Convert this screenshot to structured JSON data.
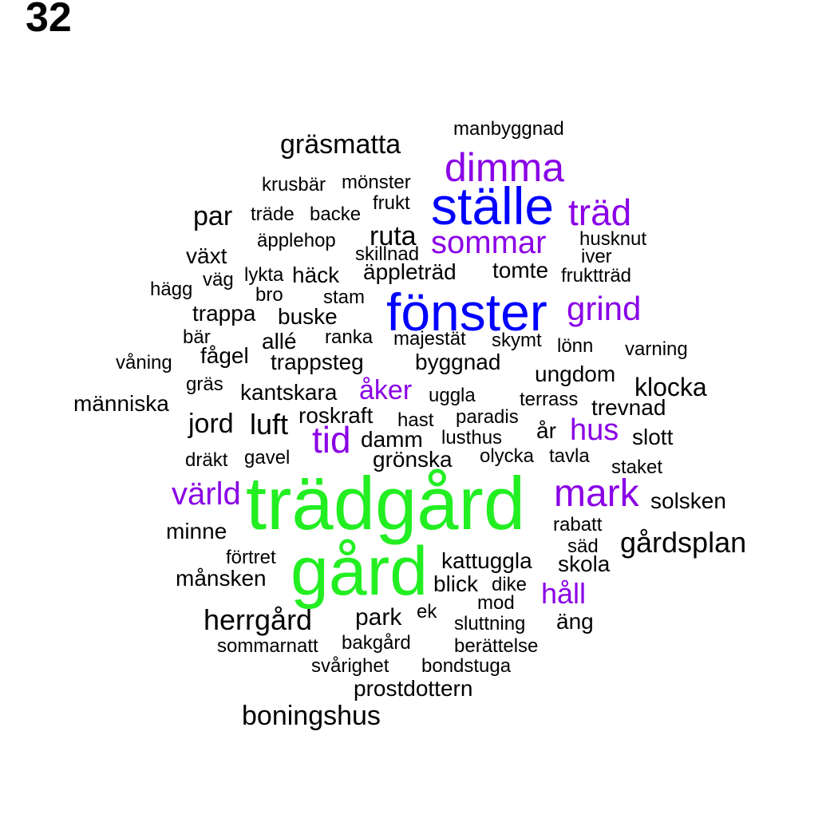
{
  "figure_number": "32",
  "colors": {
    "black": "#000000",
    "purple": "#8a00e6",
    "blue": "#0000ff",
    "green": "#22ee22"
  },
  "words": [
    {
      "text": "trädgård",
      "tier": 6,
      "color": "green"
    },
    {
      "text": "gård",
      "tier": 6,
      "color": "green"
    },
    {
      "text": "fönster",
      "tier": 5,
      "color": "blue"
    },
    {
      "text": "ställe",
      "tier": 5,
      "color": "blue"
    },
    {
      "text": "dimma",
      "tier": 4,
      "color": "purple"
    },
    {
      "text": "träd",
      "tier": 4,
      "color": "purple"
    },
    {
      "text": "sommar",
      "tier": 4,
      "color": "purple"
    },
    {
      "text": "grind",
      "tier": 4,
      "color": "purple"
    },
    {
      "text": "mark",
      "tier": 4,
      "color": "purple"
    },
    {
      "text": "tid",
      "tier": 4,
      "color": "purple"
    },
    {
      "text": "värld",
      "tier": 3,
      "color": "purple"
    },
    {
      "text": "hus",
      "tier": 3,
      "color": "purple"
    },
    {
      "text": "åker",
      "tier": 3,
      "color": "purple"
    },
    {
      "text": "håll",
      "tier": 3,
      "color": "purple"
    },
    {
      "text": "gräsmatta",
      "tier": 3,
      "color": "black"
    },
    {
      "text": "par",
      "tier": 3,
      "color": "black"
    },
    {
      "text": "ruta",
      "tier": 3,
      "color": "black"
    },
    {
      "text": "jord",
      "tier": 3,
      "color": "black"
    },
    {
      "text": "luft",
      "tier": 3,
      "color": "black"
    },
    {
      "text": "klocka",
      "tier": 3,
      "color": "black"
    },
    {
      "text": "solsken",
      "tier": 2,
      "color": "black"
    },
    {
      "text": "gårdsplan",
      "tier": 3,
      "color": "black"
    },
    {
      "text": "herrgård",
      "tier": 3,
      "color": "black"
    },
    {
      "text": "boningshus",
      "tier": 3,
      "color": "black"
    },
    {
      "text": "park",
      "tier": 2,
      "color": "black"
    },
    {
      "text": "trappa",
      "tier": 2,
      "color": "black"
    },
    {
      "text": "buske",
      "tier": 2,
      "color": "black"
    },
    {
      "text": "häck",
      "tier": 2,
      "color": "black"
    },
    {
      "text": "äppleträd",
      "tier": 2,
      "color": "black"
    },
    {
      "text": "tomte",
      "tier": 2,
      "color": "black"
    },
    {
      "text": "fågel",
      "tier": 2,
      "color": "black"
    },
    {
      "text": "allé",
      "tier": 2,
      "color": "black"
    },
    {
      "text": "trappsteg",
      "tier": 2,
      "color": "black"
    },
    {
      "text": "byggnad",
      "tier": 2,
      "color": "black"
    },
    {
      "text": "ungdom",
      "tier": 2,
      "color": "black"
    },
    {
      "text": "slott",
      "tier": 2,
      "color": "black"
    },
    {
      "text": "månsken",
      "tier": 2,
      "color": "black"
    },
    {
      "text": "minne",
      "tier": 2,
      "color": "black"
    },
    {
      "text": "kattuggla",
      "tier": 2,
      "color": "black"
    },
    {
      "text": "blick",
      "tier": 2,
      "color": "black"
    },
    {
      "text": "prostdottern",
      "tier": 2,
      "color": "black"
    },
    {
      "text": "växt",
      "tier": 2,
      "color": "black"
    },
    {
      "text": "trevnad",
      "tier": 2,
      "color": "black"
    },
    {
      "text": "skola",
      "tier": 2,
      "color": "black"
    },
    {
      "text": "äng",
      "tier": 2,
      "color": "black"
    },
    {
      "text": "grönska",
      "tier": 2,
      "color": "black"
    },
    {
      "text": "damm",
      "tier": 2,
      "color": "black"
    },
    {
      "text": "kantskara",
      "tier": 2,
      "color": "black"
    },
    {
      "text": "roskraft",
      "tier": 2,
      "color": "black"
    },
    {
      "text": "människa",
      "tier": 2,
      "color": "black"
    },
    {
      "text": "år",
      "tier": 2,
      "color": "black"
    },
    {
      "text": "manbyggnad",
      "tier": 1,
      "color": "black"
    },
    {
      "text": "krusbär",
      "tier": 1,
      "color": "black"
    },
    {
      "text": "mönster",
      "tier": 1,
      "color": "black"
    },
    {
      "text": "frukt",
      "tier": 1,
      "color": "black"
    },
    {
      "text": "träde",
      "tier": 1,
      "color": "black"
    },
    {
      "text": "backe",
      "tier": 1,
      "color": "black"
    },
    {
      "text": "äpplehop",
      "tier": 1,
      "color": "black"
    },
    {
      "text": "skillnad",
      "tier": 1,
      "color": "black"
    },
    {
      "text": "husknut",
      "tier": 1,
      "color": "black"
    },
    {
      "text": "iver",
      "tier": 1,
      "color": "black"
    },
    {
      "text": "fruktträd",
      "tier": 1,
      "color": "black"
    },
    {
      "text": "väg",
      "tier": 1,
      "color": "black"
    },
    {
      "text": "lykta",
      "tier": 1,
      "color": "black"
    },
    {
      "text": "hägg",
      "tier": 1,
      "color": "black"
    },
    {
      "text": "bro",
      "tier": 1,
      "color": "black"
    },
    {
      "text": "stam",
      "tier": 1,
      "color": "black"
    },
    {
      "text": "bär",
      "tier": 1,
      "color": "black"
    },
    {
      "text": "ranka",
      "tier": 1,
      "color": "black"
    },
    {
      "text": "majestät",
      "tier": 1,
      "color": "black"
    },
    {
      "text": "skymt",
      "tier": 1,
      "color": "black"
    },
    {
      "text": "lönn",
      "tier": 1,
      "color": "black"
    },
    {
      "text": "varning",
      "tier": 1,
      "color": "black"
    },
    {
      "text": "våning",
      "tier": 1,
      "color": "black"
    },
    {
      "text": "gräs",
      "tier": 1,
      "color": "black"
    },
    {
      "text": "uggla",
      "tier": 1,
      "color": "black"
    },
    {
      "text": "terrass",
      "tier": 1,
      "color": "black"
    },
    {
      "text": "hast",
      "tier": 1,
      "color": "black"
    },
    {
      "text": "paradis",
      "tier": 1,
      "color": "black"
    },
    {
      "text": "lusthus",
      "tier": 1,
      "color": "black"
    },
    {
      "text": "dräkt",
      "tier": 1,
      "color": "black"
    },
    {
      "text": "gavel",
      "tier": 1,
      "color": "black"
    },
    {
      "text": "olycka",
      "tier": 1,
      "color": "black"
    },
    {
      "text": "tavla",
      "tier": 1,
      "color": "black"
    },
    {
      "text": "staket",
      "tier": 1,
      "color": "black"
    },
    {
      "text": "rabatt",
      "tier": 1,
      "color": "black"
    },
    {
      "text": "säd",
      "tier": 1,
      "color": "black"
    },
    {
      "text": "förtret",
      "tier": 1,
      "color": "black"
    },
    {
      "text": "dike",
      "tier": 1,
      "color": "black"
    },
    {
      "text": "mod",
      "tier": 1,
      "color": "black"
    },
    {
      "text": "ek",
      "tier": 1,
      "color": "black"
    },
    {
      "text": "sluttning",
      "tier": 1,
      "color": "black"
    },
    {
      "text": "sommarnatt",
      "tier": 1,
      "color": "black"
    },
    {
      "text": "bakgård",
      "tier": 1,
      "color": "black"
    },
    {
      "text": "berättelse",
      "tier": 1,
      "color": "black"
    },
    {
      "text": "svårighet",
      "tier": 1,
      "color": "black"
    },
    {
      "text": "bondstuga",
      "tier": 1,
      "color": "black"
    }
  ]
}
